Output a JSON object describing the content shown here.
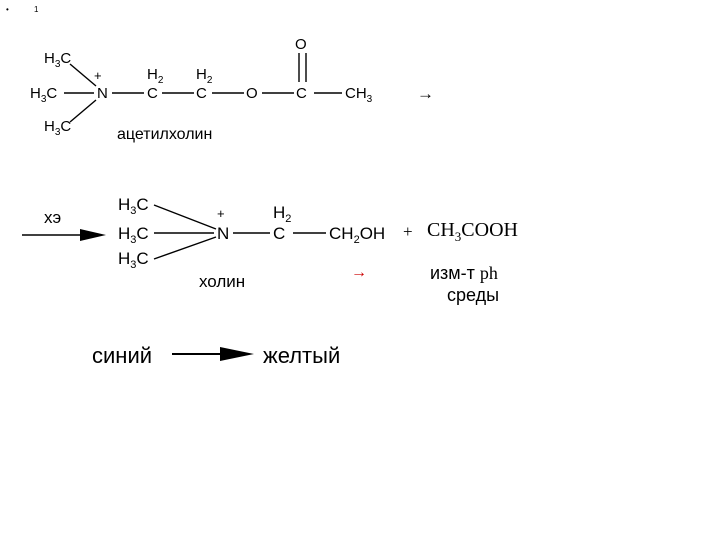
{
  "slide": {
    "header": {
      "bullet": "•",
      "page_number": "1"
    }
  },
  "reaction1": {
    "atoms": {
      "h3c": "H",
      "h3c_sub": "3",
      "h3c_c": "C",
      "n": "N",
      "plus": "+",
      "h2": "H",
      "h2_sub": "2",
      "c": "C",
      "o": "O",
      "ch": "CH",
      "ch_sub": "3"
    },
    "name": "ацетилхолин",
    "arrow": "→"
  },
  "reaction2": {
    "enzyme_label": "хэ",
    "atoms": {
      "h3c": "H",
      "h3c_sub": "3",
      "h3c_c": "C",
      "n": "N",
      "plus": "+",
      "h2": "H",
      "h2_sub": "2",
      "c": "C",
      "ch2oh_pre": "CH",
      "ch2oh_sub": "2",
      "ch2oh_post": "OH"
    },
    "name": "холин",
    "plus": "+",
    "acetic_acid": {
      "pre": "CH",
      "sub": "3",
      "post": "COOH"
    },
    "arrow": "→",
    "ph_label_line1_sans": "изм-т ",
    "ph_label_line1_serif": "ph",
    "ph_label_line2": "среды"
  },
  "color_change": {
    "from": "синий",
    "to": "желтый"
  }
}
